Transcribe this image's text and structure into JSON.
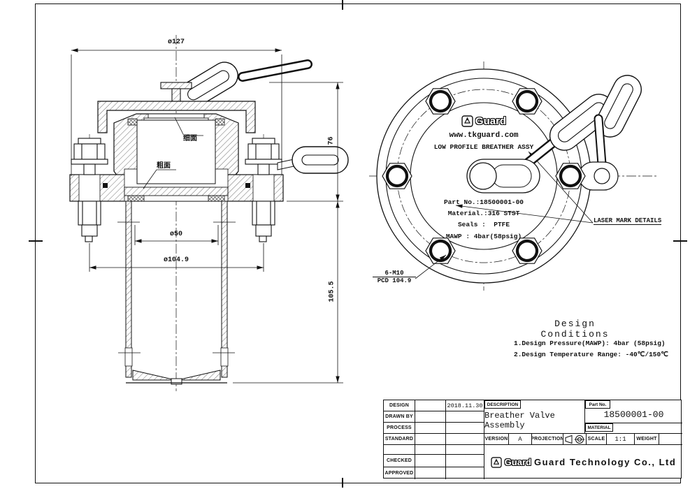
{
  "front_view": {
    "dim_flange": "ø127",
    "dim_bore": "ø50",
    "dim_pcd": "ø104.9",
    "dim_height_top": "76",
    "dim_height_body": "105.5",
    "label_fine": "细面",
    "label_coarse": "粗面"
  },
  "top_view": {
    "logo": "Guard",
    "website": "www.tkguard.com",
    "product": "LOW PROFILE BREATHER ASSY",
    "line_part": "Part No.:18500001-00",
    "line_material": "Material.:316 STST",
    "line_seals": "Seals :  PTFE",
    "line_mawp": "MAWP : 4bar(58psig)",
    "callout_bolts_1": "6-M10",
    "callout_bolts_2": "PCD 104.9",
    "laser_note": "LASER MARK DETAILS"
  },
  "design_conditions": {
    "title": "Design Conditions",
    "item1": "1.Design Pressure(MAWP): 4bar (58psig)",
    "item2": "2.Design Temperature Range: -40℃/150℃"
  },
  "title_block": {
    "rows": [
      {
        "label": "DESIGN",
        "value": "2018.11.30"
      },
      {
        "label": "DRAWN BY",
        "value": ""
      },
      {
        "label": "PROCESS",
        "value": ""
      },
      {
        "label": "STANDARD",
        "value": ""
      },
      {
        "label": "",
        "value": ""
      },
      {
        "label": "CHECKED",
        "value": ""
      },
      {
        "label": "APPROVED",
        "value": ""
      }
    ],
    "description_label": "DESCRIPTION",
    "description": "Breather Valve Assembly",
    "part_no_label": "Part No.",
    "part_no": "18500001-00",
    "material_label": "MATERIAL",
    "material": "",
    "version_label": "VERSION",
    "version": "A",
    "projection_label": "PROJECTION",
    "scale_label": "SCALE",
    "scale": "1:1",
    "weight_label": "WEIGHT",
    "weight": "",
    "logo": "Guard",
    "company": "Guard Technology Co., Ltd"
  }
}
